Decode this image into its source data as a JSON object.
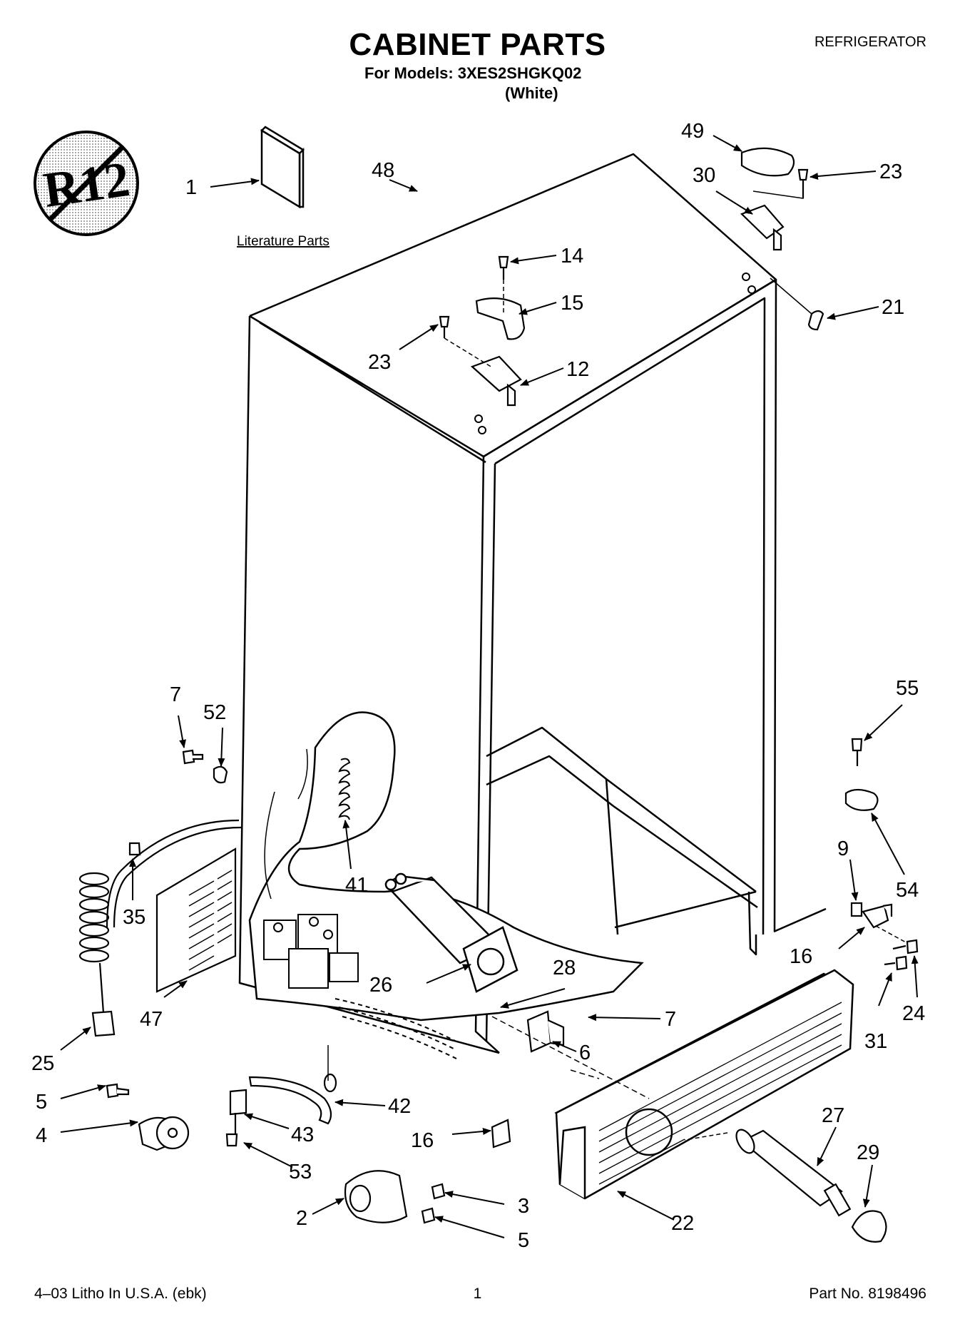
{
  "header": {
    "title": "CABINET PARTS",
    "models": "For Models: 3XES2SHGKQ02",
    "variant": "(White)",
    "appliance": "REFRIGERATOR"
  },
  "badge": {
    "text": "R12",
    "icon": "no-r12-refrigerant-icon"
  },
  "literature_label": "Literature Parts",
  "callouts": [
    {
      "id": "c1",
      "label": "1"
    },
    {
      "id": "c48",
      "label": "48"
    },
    {
      "id": "c49",
      "label": "49"
    },
    {
      "id": "c30",
      "label": "30"
    },
    {
      "id": "c23a",
      "label": "23"
    },
    {
      "id": "c14",
      "label": "14"
    },
    {
      "id": "c15",
      "label": "15"
    },
    {
      "id": "c23b",
      "label": "23"
    },
    {
      "id": "c12",
      "label": "12"
    },
    {
      "id": "c21",
      "label": "21"
    },
    {
      "id": "c7a",
      "label": "7"
    },
    {
      "id": "c52",
      "label": "52"
    },
    {
      "id": "c55",
      "label": "55"
    },
    {
      "id": "c41",
      "label": "41"
    },
    {
      "id": "c54",
      "label": "54"
    },
    {
      "id": "c35",
      "label": "35"
    },
    {
      "id": "c9",
      "label": "9"
    },
    {
      "id": "c16a",
      "label": "16"
    },
    {
      "id": "c24",
      "label": "24"
    },
    {
      "id": "c31",
      "label": "31"
    },
    {
      "id": "c26",
      "label": "26"
    },
    {
      "id": "c28",
      "label": "28"
    },
    {
      "id": "c7b",
      "label": "7"
    },
    {
      "id": "c6",
      "label": "6"
    },
    {
      "id": "c47",
      "label": "47"
    },
    {
      "id": "c25",
      "label": "25"
    },
    {
      "id": "c5a",
      "label": "5"
    },
    {
      "id": "c42",
      "label": "42"
    },
    {
      "id": "c43",
      "label": "43"
    },
    {
      "id": "c4",
      "label": "4"
    },
    {
      "id": "c16b",
      "label": "16"
    },
    {
      "id": "c27",
      "label": "27"
    },
    {
      "id": "c29",
      "label": "29"
    },
    {
      "id": "c53",
      "label": "53"
    },
    {
      "id": "c3",
      "label": "3"
    },
    {
      "id": "c2",
      "label": "2"
    },
    {
      "id": "c5b",
      "label": "5"
    },
    {
      "id": "c22",
      "label": "22"
    }
  ],
  "footer": {
    "litho": "4–03 Litho In U.S.A. (ebk)",
    "page": "1",
    "part_no": "Part No. 8198496"
  }
}
